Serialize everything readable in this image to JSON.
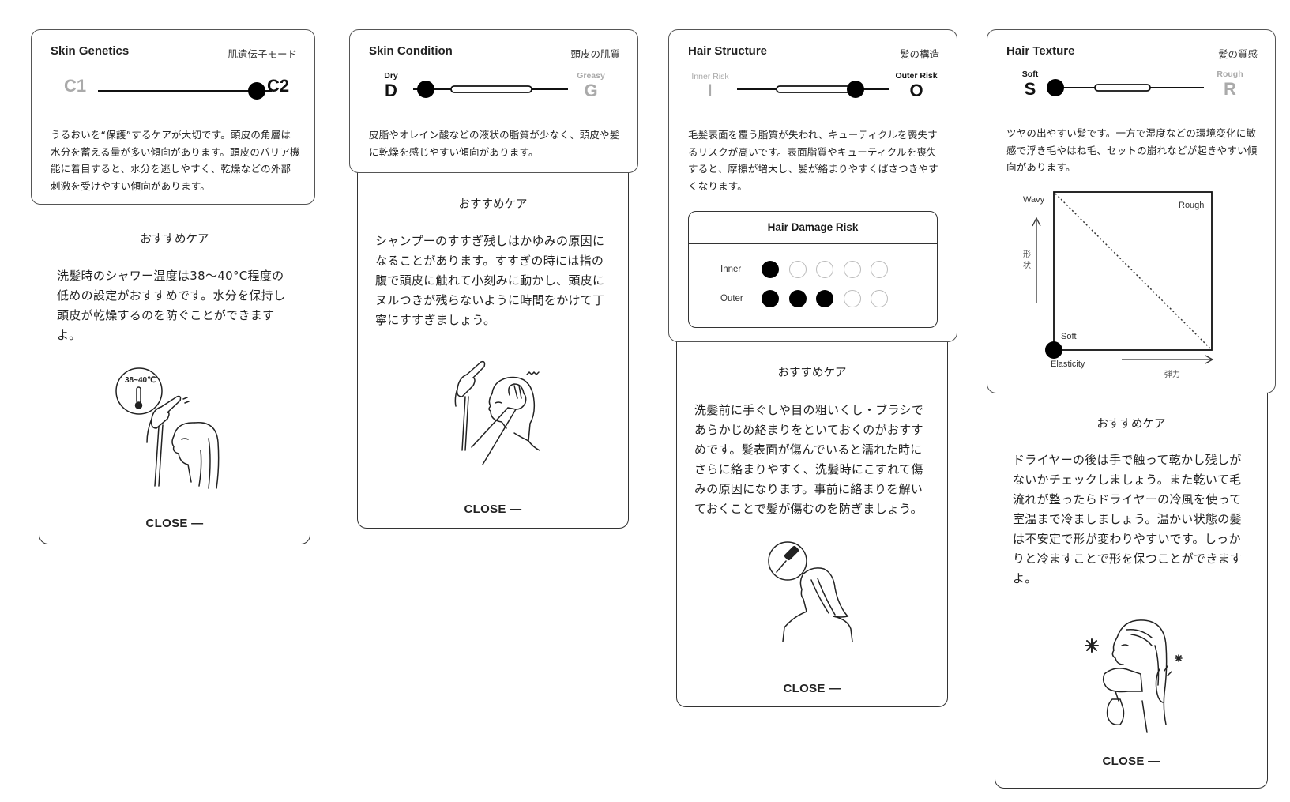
{
  "cards": [
    {
      "title": "Skin Genetics",
      "subtitle": "肌遺伝子モード",
      "scale": {
        "left_big": "C1",
        "right_big": "C2",
        "left_small": "",
        "right_small": "",
        "selected": "right"
      },
      "description": "うるおいを“保護”するケアが大切です。頭皮の角層は水分を蓄える量が多い傾向があります。頭皮のバリア機能に着目すると、水分を逃しやすく、乾燥などの外部刺激を受けやすい傾向があります。",
      "recommend_heading": "おすすめケア",
      "recommend_text": "洗髪時のシャワー温度は38〜40°C程度の低めの設定がおすすめです。水分を保持し頭皮が乾燥するのを防ぐことができますよ。",
      "illustration": "shower-temperature-illustration",
      "illustration_label": "38~40℃",
      "close_label": "CLOSE —"
    },
    {
      "title": "Skin Condition",
      "subtitle": "頭皮の肌質",
      "scale": {
        "left_small": "Dry",
        "left_big": "D",
        "right_small": "Greasy",
        "right_big": "G",
        "selected": "left"
      },
      "description": "皮脂やオレイン酸などの液状の脂質が少なく、頭皮や髪に乾燥を感じやすい傾向があります。",
      "recommend_heading": "おすすめケア",
      "recommend_text": "シャンプーのすすぎ残しはかゆみの原因になることがあります。すすぎの時には指の腹で頭皮に触れて小刻みに動かし、頭皮にヌルつきが残らないように時間をかけて丁寧にすすぎましょう。",
      "illustration": "rinsing-scalp-illustration",
      "close_label": "CLOSE —"
    },
    {
      "title": "Hair Structure",
      "subtitle": "髪の構造",
      "scale": {
        "left_small": "Inner Risk",
        "left_big": "I",
        "right_small": "Outer Risk",
        "right_big": "O",
        "selected": "right"
      },
      "description": "毛髪表面を覆う脂質が失われ、キューティクルを喪失するリスクが高いです。表面脂質やキューティクルを喪失すると、摩擦が増大し、髪が絡まりやすくぱさつきやすくなります。",
      "damage_risk": {
        "title": "Hair Damage Risk",
        "rows": [
          {
            "label": "Inner",
            "filled": 1,
            "total": 5
          },
          {
            "label": "Outer",
            "filled": 3,
            "total": 5
          }
        ]
      },
      "recommend_heading": "おすすめケア",
      "recommend_text": "洗髪前に手ぐしや目の粗いくし・ブラシであらかじめ絡まりをといておくのがおすすめです。髪表面が傷んでいると濡れた時にさらに絡まりやすく、洗髪時にこすれて傷みの原因になります。事前に絡まりを解いておくことで髪が傷むのを防ぎましょう。",
      "illustration": "comb-hair-illustration",
      "close_label": "CLOSE —"
    },
    {
      "title": "Hair Texture",
      "subtitle": "髪の質感",
      "scale": {
        "left_small": "Soft",
        "left_big": "S",
        "right_small": "Rough",
        "right_big": "R",
        "selected": "left"
      },
      "description": "ツヤの出やすい髪です。一方で湿度などの環境変化に敏感で浮き毛やはね毛、セットの崩れなどが起きやすい傾向があります。",
      "texture_chart": {
        "top_left": "Wavy",
        "top_right": "Rough",
        "bottom_left": "Soft",
        "x_label_en": "Elasticity",
        "x_label_jp": "弾力",
        "y_label_jp": "形状",
        "marker": "bottom-left"
      },
      "recommend_heading": "おすすめケア",
      "recommend_text": "ドライヤーの後は手で触って乾かし残しがないかチェックしましょう。また乾いて毛流れが整ったらドライヤーの冷風を使って室温まで冷ましましょう。温かい状態の髪は不安定で形が変わりやすいです。しっかりと冷ますことで形を保つことができますよ。",
      "illustration": "cool-dryer-illustration",
      "close_label": "CLOSE —"
    }
  ]
}
